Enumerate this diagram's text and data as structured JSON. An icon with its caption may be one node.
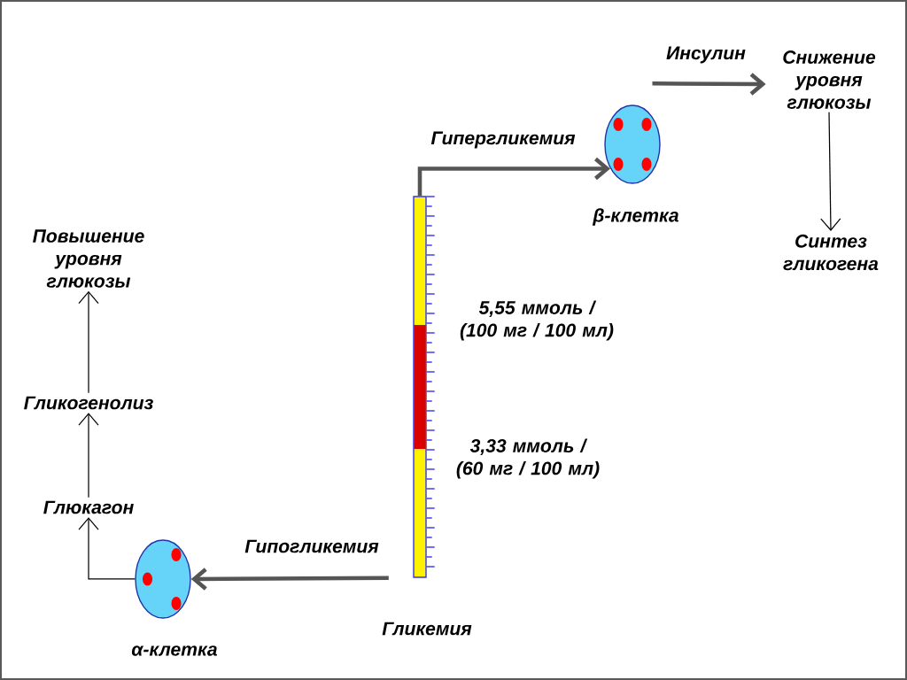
{
  "diagram": {
    "nodes": [
      {
        "text": [],
        "shape": "bar",
        "beside": [
          "Гликемия"
        ]
      },
      {
        "text": [],
        "shape": "circle",
        "beside": [
          "β-клетка"
        ]
      },
      {
        "text": [
          "Снижение уровня глюкозы"
        ]
      },
      {
        "text": [
          "Синтез гликогена"
        ]
      },
      {
        "text": [],
        "shape": "circle",
        "beside": [
          "α-клетка"
        ]
      },
      {
        "text": [
          "Глюкагон"
        ]
      },
      {
        "text": [
          "Гликогенолиз"
        ]
      },
      {
        "text": [
          "Повышение уровня глюкозы"
        ]
      }
    ],
    "edges": [
      {
        "from": 0,
        "to": 1,
        "arrow": "to",
        "label": "Гипергликемия",
        "style": "thick",
        "color": "#555555"
      },
      {
        "from": 1,
        "to": 2,
        "arrow": "to",
        "label": "Инсулин",
        "style": "thick",
        "color": "#555555"
      },
      {
        "from": 2,
        "to": 3,
        "arrow": "to"
      },
      {
        "from": 0,
        "to": 4,
        "arrow": "to",
        "label": "Гипогликемия",
        "style": "thick",
        "color": "#555555"
      },
      {
        "from": 4,
        "to": 5,
        "arrow": "to"
      },
      {
        "from": 5,
        "to": 6,
        "arrow": "to"
      },
      {
        "from": 6,
        "to": 7,
        "arrow": "to"
      }
    ],
    "labels": [
      "5,55 ммоль / (100 мг / 100 мл)",
      "3,33 ммоль / (60 мг / 100 мл)"
    ]
  }
}
